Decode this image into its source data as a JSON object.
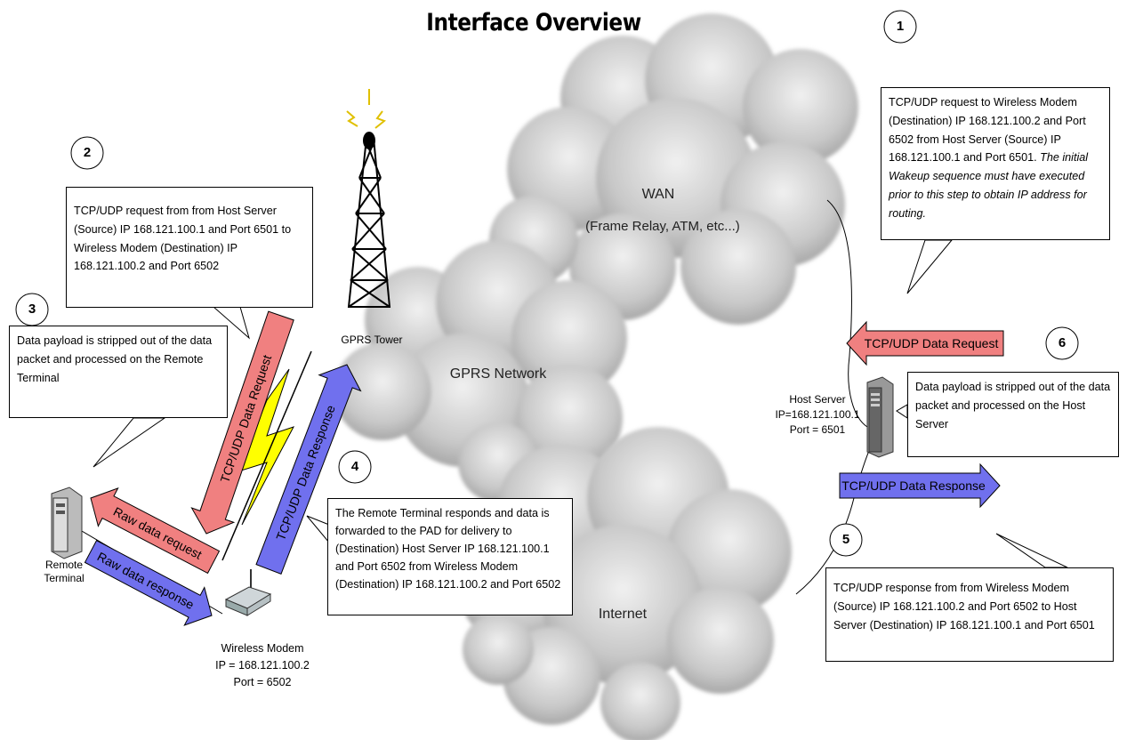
{
  "title": "Interface Overview",
  "clouds": {
    "wan": "WAN",
    "wan_sub": "(Frame Relay, ATM, etc...)",
    "gprs": "GPRS Network",
    "internet": "Internet"
  },
  "devices": {
    "tower": "GPRS Tower",
    "remote_terminal_1": "Remote",
    "remote_terminal_2": "Terminal",
    "modem_1": "Wireless Modem",
    "modem_2": "IP = 168.121.100.2",
    "modem_3": "Port = 6502",
    "host_1": "Host Server",
    "host_2": "IP=168.121.100.1",
    "host_3": "Port = 6501"
  },
  "steps": [
    {
      "num": "1",
      "text": "TCP/UDP request to Wireless Modem (Destination) IP  168.121.100.2 and Port 6502 from Host Server (Source) IP 168.121.100.1 and Port 6501.",
      "text_italic": "The initial Wakeup sequence must have executed prior to this step to obtain IP address for routing."
    },
    {
      "num": "2",
      "text": "TCP/UDP request from from Host Server (Source) IP 168.121.100.1 and Port 6501 to Wireless Modem (Destination) IP 168.121.100.2 and Port 6502"
    },
    {
      "num": "3",
      "text": "Data payload is stripped out of the data packet and processed on the Remote Terminal"
    },
    {
      "num": "4",
      "text": "The Remote Terminal responds and data is forwarded to the PAD for delivery to (Destination) Host Server IP 168.121.100.1 and Port 6502 from Wireless Modem (Destination) IP 168.121.100.2 and Port 6502"
    },
    {
      "num": "5",
      "text": "TCP/UDP response from from Wireless Modem (Source) IP  168.121.100.2 and Port 6502 to Host Server (Destination) IP 168.121.100.1 and Port 6501"
    },
    {
      "num": "6",
      "text": "Data payload is stripped out of the data packet and processed on the Host Server"
    }
  ],
  "arrows": {
    "data_request": "TCP/UDP Data Request",
    "data_response": "TCP/UDP Data Response",
    "raw_request": "Raw data request",
    "raw_response": "Raw data response"
  },
  "colors": {
    "request": "#f08080",
    "response": "#7070ee",
    "lightning": "#ffff00",
    "cloud": "#d4d4d4"
  }
}
